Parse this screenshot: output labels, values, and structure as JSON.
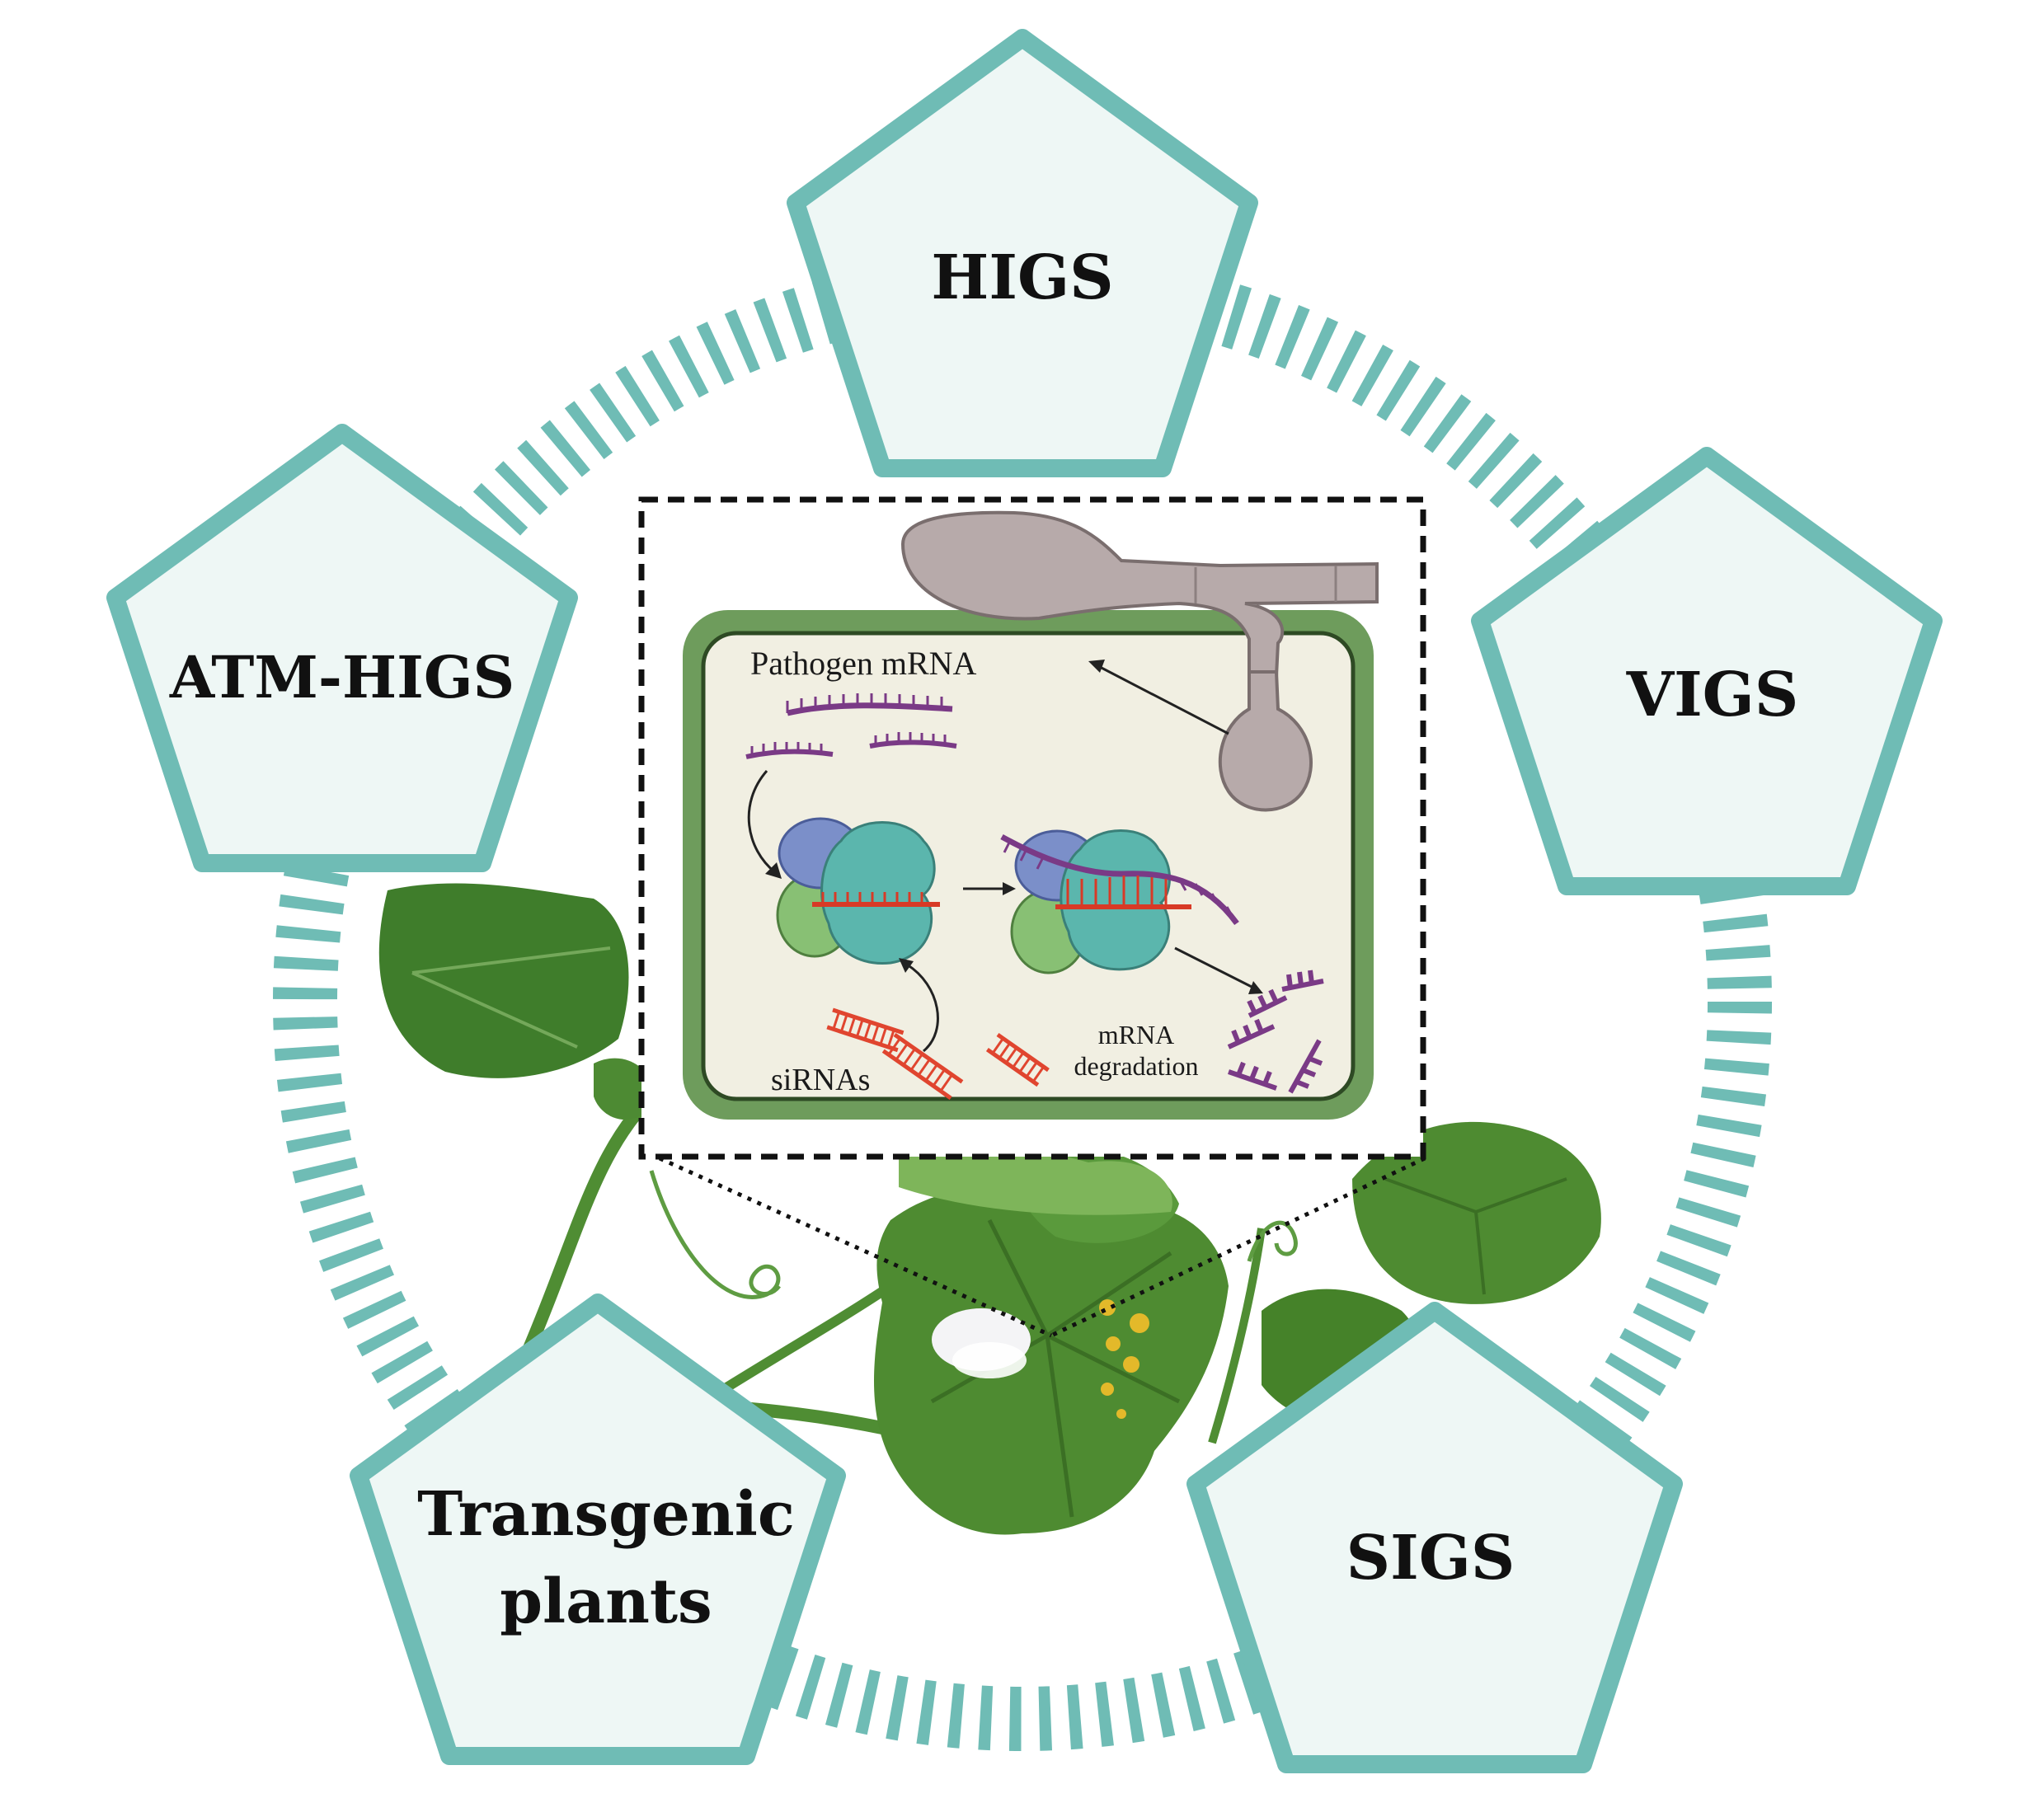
{
  "approaches": {
    "higs": "HIGS",
    "vigs": "VIGS",
    "sigs": "SIGS",
    "transgenic_line1": "Transgenic",
    "transgenic_line2": "plants",
    "atm_higs": "ATM-HIGS"
  },
  "cell": {
    "pathogen_mrna": "Pathogen mRNA",
    "sirnas": "siRNAs",
    "degradation_line1": "mRNA",
    "degradation_line2": "degradation"
  },
  "colors": {
    "teal_stroke": "#6fbcb5",
    "pentagon_fill": "#eef7f5",
    "leaf_dark": "#3f7d2b",
    "leaf_mid": "#5a9a3c",
    "leaf_light": "#7eb55a",
    "cell_wall": "#6e9c5c",
    "cytoplasm": "#f1efe2",
    "fungus": "#b7aaaa",
    "mrna_purple": "#7a3a86",
    "sirna_red": "#e0452f",
    "ago_teal": "#5bb6ad",
    "ago_blue": "#7b8fc9",
    "ago_green": "#88c074",
    "spore_yellow": "#e3b92a"
  }
}
